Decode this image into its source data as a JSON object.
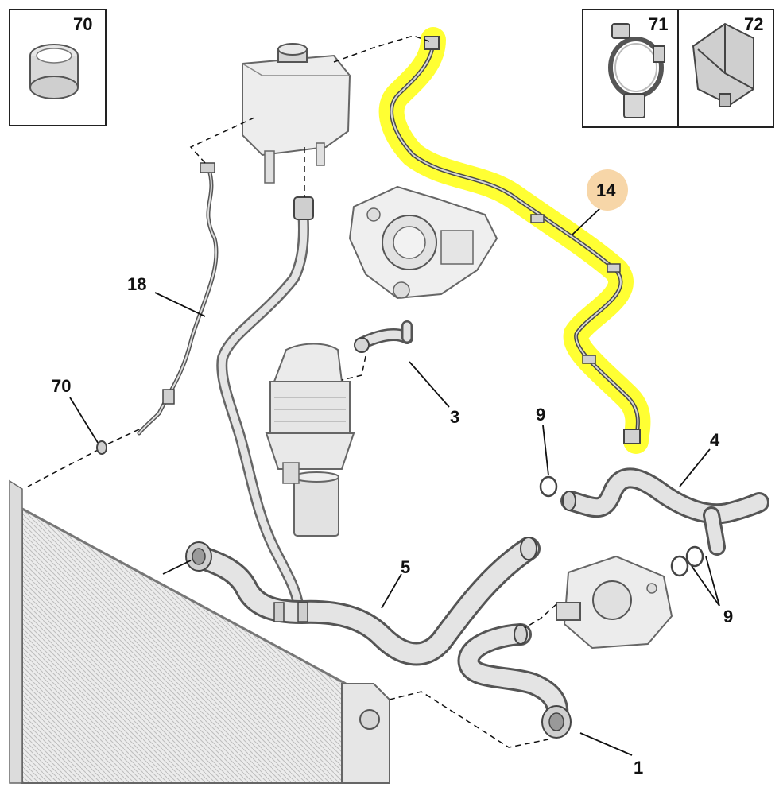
{
  "callouts": {
    "c70_box": "70",
    "c71_box": "71",
    "c72_box": "72",
    "c14": "14",
    "c18": "18",
    "c70": "70",
    "c3": "3",
    "c9_top": "9",
    "c4": "4",
    "c5": "5",
    "c9_right": "9",
    "c1": "1"
  },
  "colors": {
    "highlight": "#ffff33",
    "highlighted_part_circle": "#f7d6a8",
    "part_fill": "#e2e2e2",
    "part_stroke": "#6e6e6e",
    "line": "#111111",
    "box_border": "#222222"
  },
  "highlighted_part": "14"
}
